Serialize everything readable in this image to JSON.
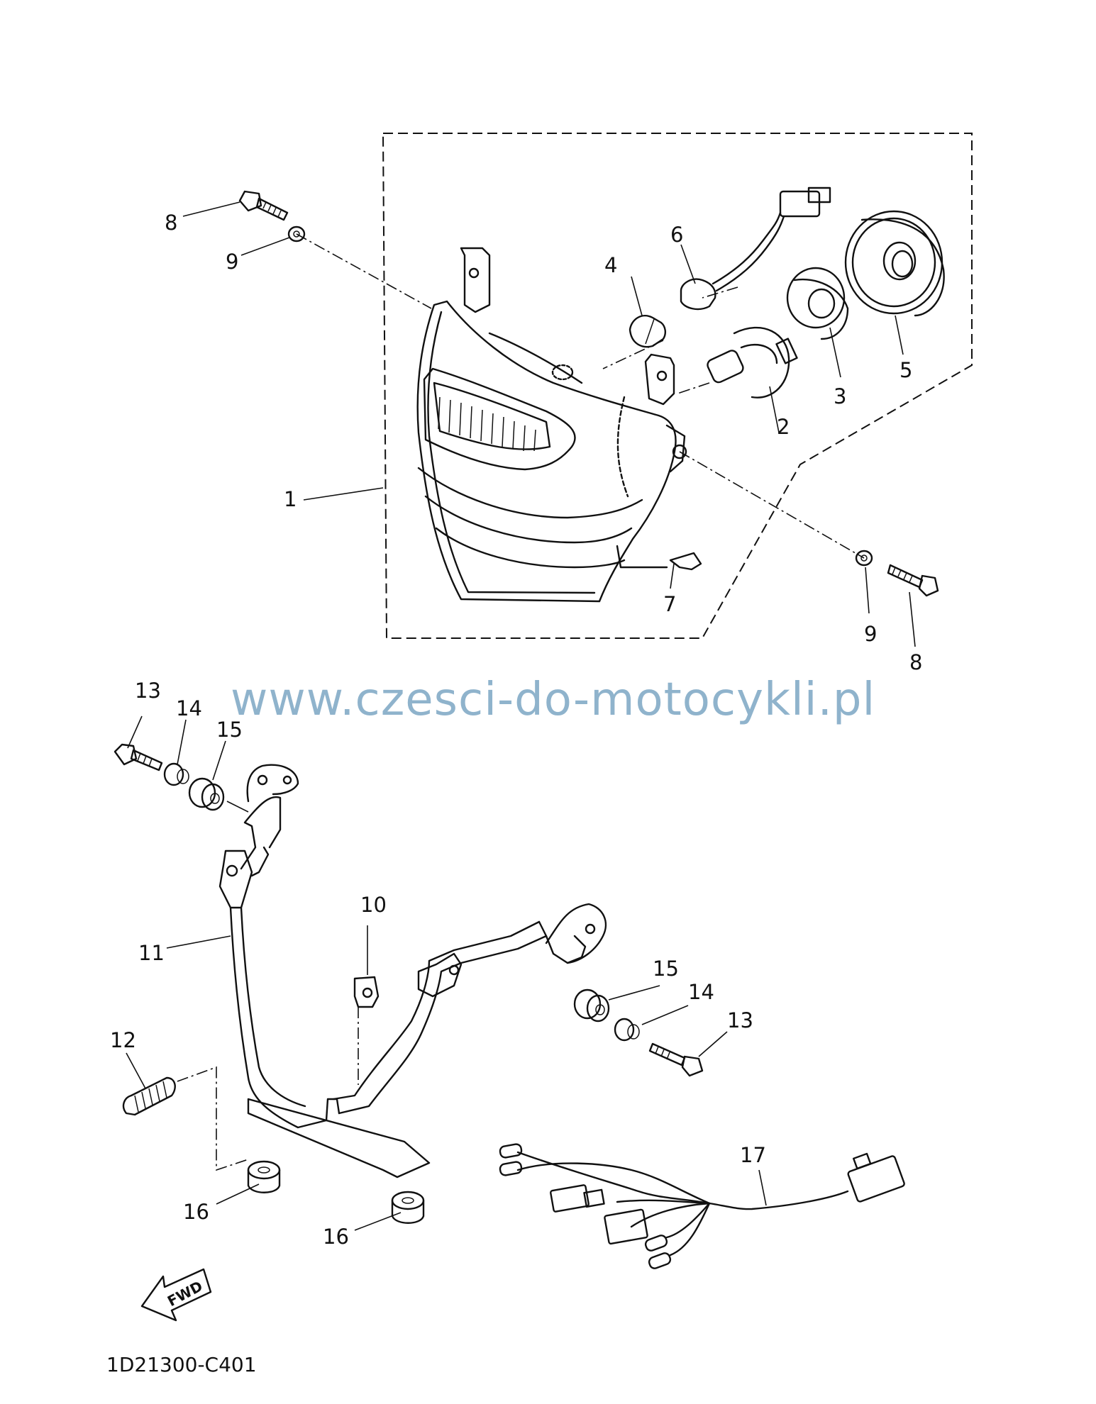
{
  "watermark": "www.czesci-do-motocykli.pl",
  "diagram_code": "1D21300-C401",
  "fwd_label": "FWD",
  "labels": {
    "l1": "1",
    "l2": "2",
    "l3": "3",
    "l4": "4",
    "l5": "5",
    "l6": "6",
    "l7": "7",
    "l8a": "8",
    "l8b": "8",
    "l9a": "9",
    "l9b": "9",
    "l10": "10",
    "l11": "11",
    "l12": "12",
    "l13a": "13",
    "l13b": "13",
    "l14a": "14",
    "l14b": "14",
    "l15a": "15",
    "l15b": "15",
    "l16a": "16",
    "l16b": "16",
    "l17": "17"
  }
}
